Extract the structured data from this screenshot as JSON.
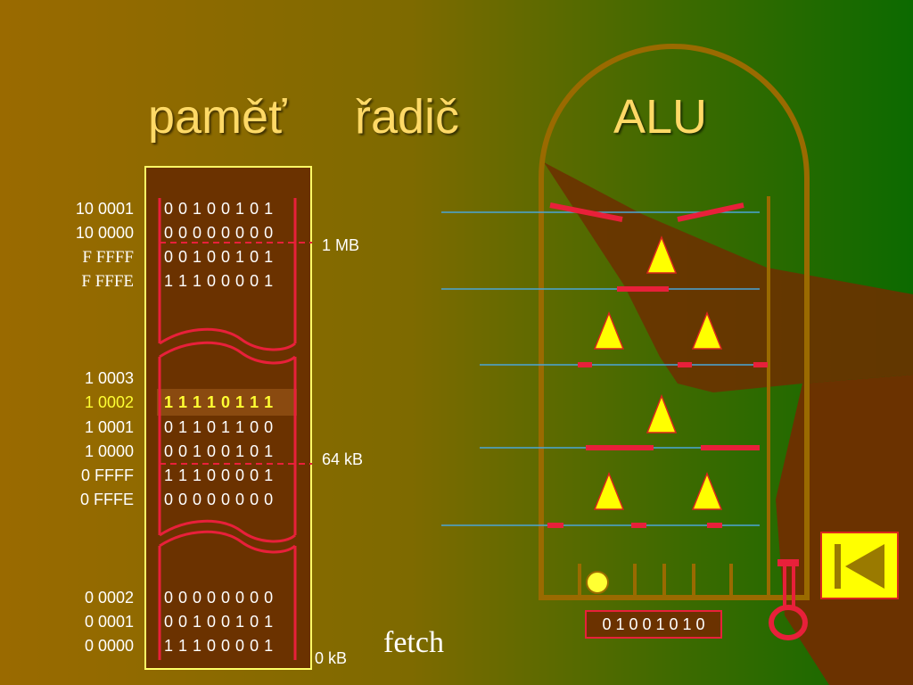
{
  "titles": {
    "memory": "paměť",
    "controller": "řadič",
    "alu": "ALU"
  },
  "memory": {
    "rows_top": [
      {
        "address": "10 0001",
        "bits": "0 0 1 0 0 1 0 1"
      },
      {
        "address": "10 0000",
        "bits": "0 0 0 0 0 0 0 0"
      },
      {
        "address": "F FFFF",
        "bits": "0 0 1 0 0 1 0 1"
      },
      {
        "address": "F FFFE",
        "bits": "1 1 1 0 0 0 0 1"
      }
    ],
    "rows_mid": [
      {
        "address": "1 0003",
        "bits": ""
      },
      {
        "address": "1 0002",
        "bits": "1 1 1 1 0 1 1 1",
        "highlighted": true
      },
      {
        "address": "1 0001",
        "bits": "0 1 1 0 1 1 0 0"
      },
      {
        "address": "1 0000",
        "bits": "0 0 1 0 0 1 0 1"
      },
      {
        "address": "0 FFFF",
        "bits": "1 1 1 0 0 0 0 1"
      },
      {
        "address": "0 FFFE",
        "bits": "0 0 0 0 0 0 0 0"
      }
    ],
    "rows_bottom": [
      {
        "address": "0 0002",
        "bits": "0 0 0 0 0 0 0 0"
      },
      {
        "address": "0 0001",
        "bits": "0 0 1 0 0 1 0 1"
      },
      {
        "address": "0 0000",
        "bits": "1 1 1 0 0 0 0 1"
      }
    ],
    "markers": {
      "mb": "1 MB",
      "kb64": "64 kB",
      "kb0": "0 kB"
    }
  },
  "fetch_label": "fetch",
  "register_value": "0 1 0 0 1 0 1 0",
  "colors": {
    "title": "#ffd966",
    "highlight": "#ffff33",
    "memory_bg": "#6b3200",
    "red": "#e8203a",
    "frame": "#ffff66"
  }
}
